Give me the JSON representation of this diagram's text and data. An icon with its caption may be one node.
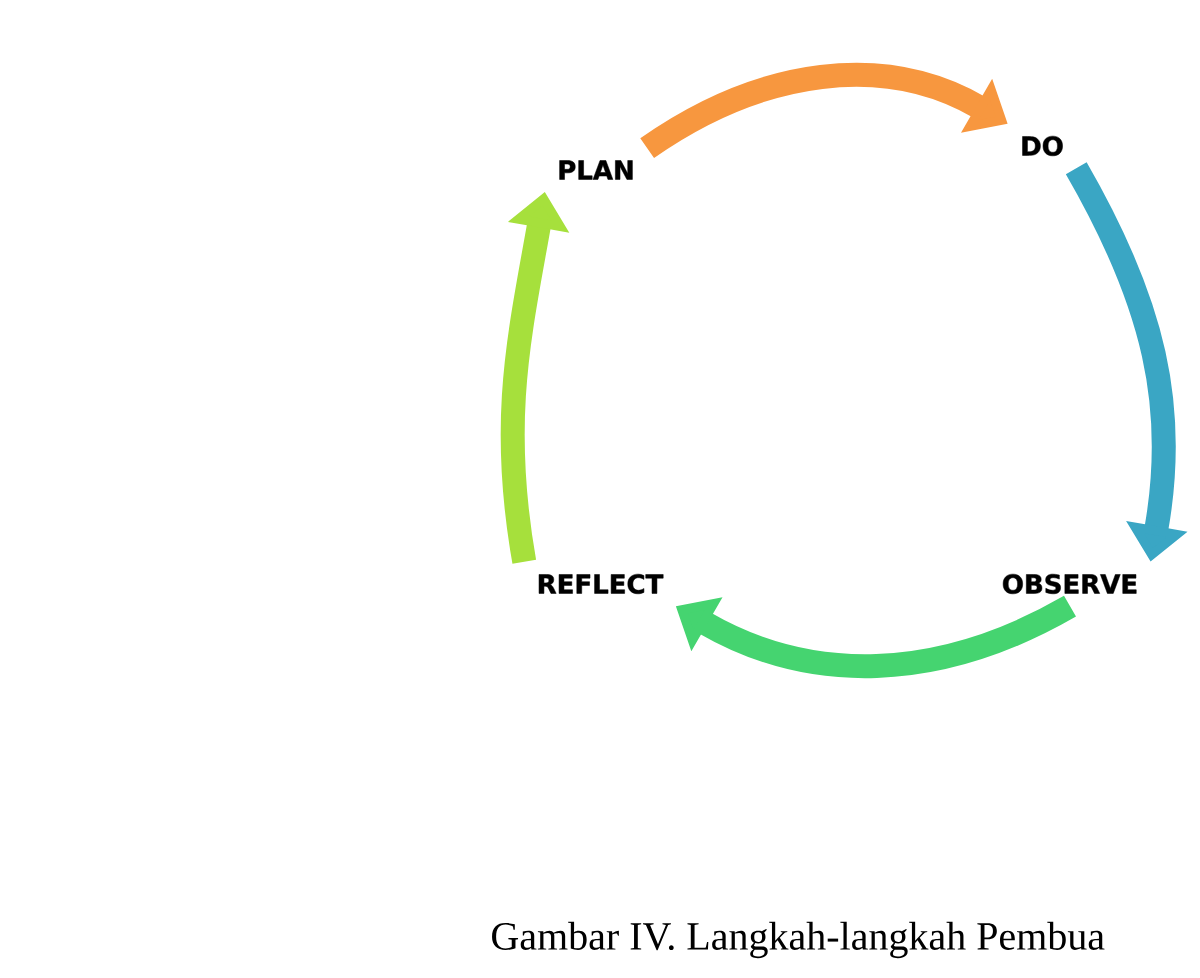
{
  "diagram": {
    "caption": "Gambar IV.  Langkah-langkah Pembua",
    "nodes": [
      {
        "text": [
          "PLAN"
        ]
      },
      {
        "text": [
          "DO"
        ]
      },
      {
        "text": [
          "OBSERVE"
        ]
      },
      {
        "text": [
          "REFLECT"
        ]
      }
    ],
    "edges": [
      {
        "from": 0,
        "to": 1,
        "arrow": "to",
        "color": "#f7973f"
      },
      {
        "from": 1,
        "to": 2,
        "arrow": "to",
        "color": "#3aa6c4"
      },
      {
        "from": 2,
        "to": 3,
        "arrow": "to",
        "color": "#45d470"
      },
      {
        "from": 3,
        "to": 0,
        "arrow": "to",
        "color": "#a6e03c"
      }
    ]
  }
}
